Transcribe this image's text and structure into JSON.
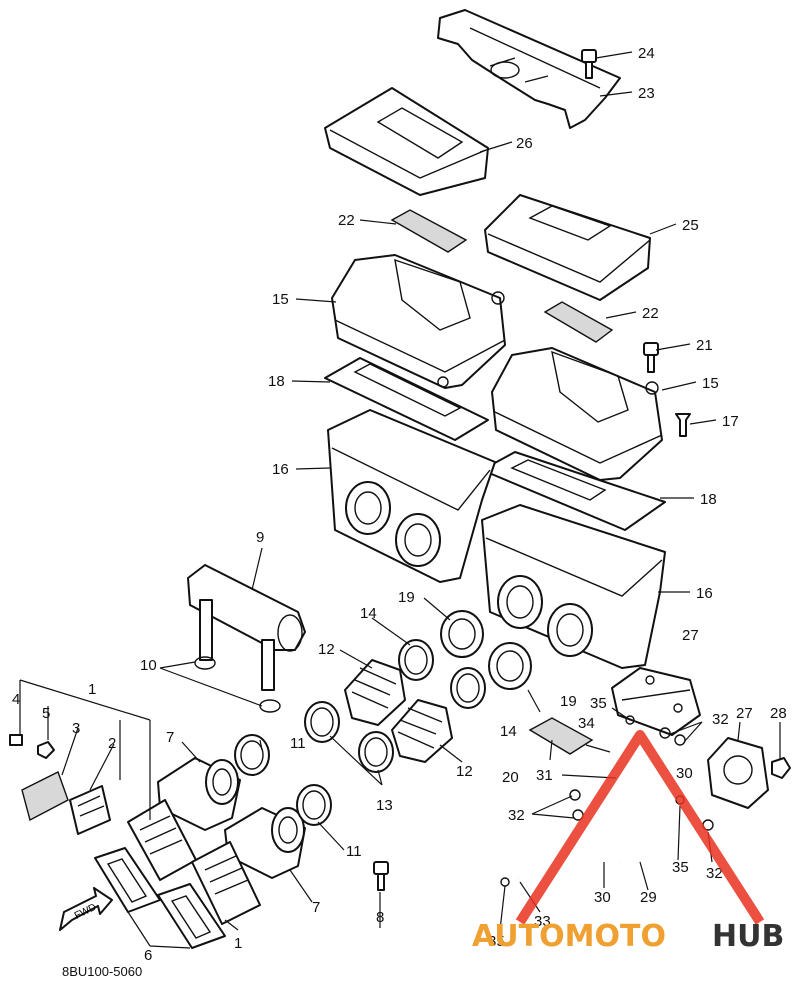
{
  "diagram": {
    "part_code": "8BU100-5060",
    "fwd_label": "FWD",
    "watermark": {
      "part1": "AUTOMOTO",
      "part2": "HUB"
    },
    "callouts": [
      "1",
      "2",
      "3",
      "4",
      "5",
      "6",
      "7",
      "8",
      "9",
      "10",
      "11",
      "12",
      "13",
      "14",
      "15",
      "16",
      "17",
      "18",
      "19",
      "20",
      "21",
      "22",
      "23",
      "24",
      "25",
      "26",
      "27",
      "28",
      "29",
      "30",
      "31",
      "32",
      "33",
      "34",
      "35"
    ]
  }
}
